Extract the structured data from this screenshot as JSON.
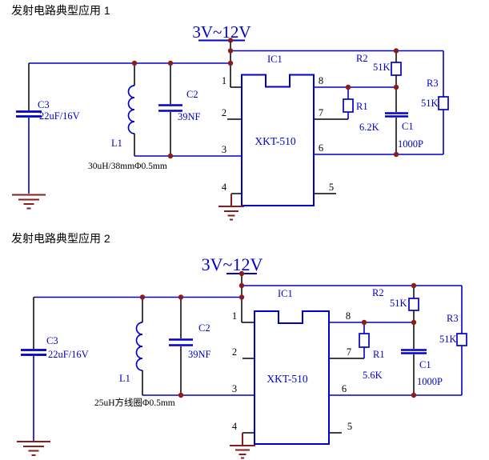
{
  "colors": {
    "wire": "#0000CC",
    "junction": "#8B1C1C",
    "ink": "#000000"
  },
  "pins": {
    "p1": "1",
    "p2": "2",
    "p3": "3",
    "p4": "4",
    "p5": "5",
    "p6": "6",
    "p7": "7",
    "p8": "8"
  },
  "circuit1": {
    "title": "发射电路典型应用 1",
    "power": "3V~12V",
    "ic_ref": "IC1",
    "ic_part": "XKT-510",
    "c3_ref": "C3",
    "c3_value": "22uF/16V",
    "l1_ref": "L1",
    "l1_value": "30uH/38mmΦ0.5mm",
    "c2_ref": "C2",
    "c2_value": "39NF",
    "r1_ref": "R1",
    "r1_value": "6.2K",
    "r2_ref": "R2",
    "r2_value": "51K",
    "r3_ref": "R3",
    "r3_value": "51K",
    "c1_ref": "C1",
    "c1_value": "1000P"
  },
  "circuit2": {
    "title": "发射电路典型应用 2",
    "power": "3V~12V",
    "ic_ref": "IC1",
    "ic_part": "XKT-510",
    "c3_ref": "C3",
    "c3_value": "22uF/16V",
    "l1_ref": "L1",
    "l1_value": "25uH方线圈Φ0.5mm",
    "c2_ref": "C2",
    "c2_value": "39NF",
    "r1_ref": "R1",
    "r1_value": "5.6K",
    "r2_ref": "R2",
    "r2_value": "51K",
    "r3_ref": "R3",
    "r3_value": "51K",
    "c1_ref": "C1",
    "c1_value": "1000P"
  }
}
